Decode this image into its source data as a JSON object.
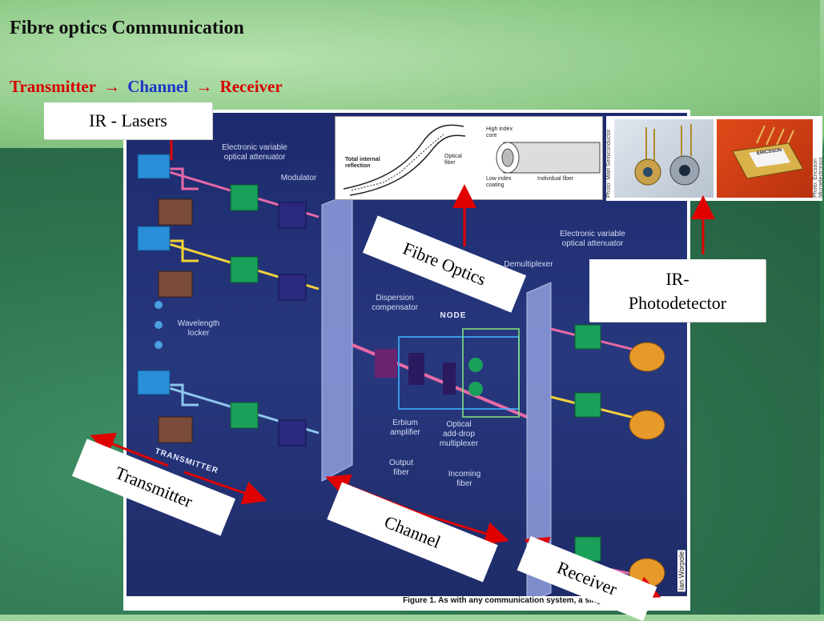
{
  "slide": {
    "title": "Fibre optics Communication",
    "flow": {
      "transmitter": "Transmitter",
      "arrow1": "→",
      "channel": "Channel",
      "arrow2": "→",
      "receiver": "Receiver"
    }
  },
  "callouts": {
    "ir_lasers": "IR - Lasers",
    "ir_photodetector_line1": "IR-",
    "ir_photodetector_line2": "Photodetector",
    "fibre_optics": "Fibre Optics",
    "transmitter": "Transmitter",
    "channel": "Channel",
    "receiver": "Receiver"
  },
  "figure": {
    "labels": {
      "attenuator_tx": "Electronic variable\noptical attenuator",
      "modulator": "Modulator",
      "wavelength_locker": "Wavelength\nlocker",
      "attenuator_rx": "Electronic variable\noptical attenuator",
      "demultiplexer": "Demultiplexer",
      "dispersion": "Dispersion\ncompensator",
      "node": "NODE",
      "erbium": "Erbium\namplifier",
      "add_drop": "Optical\nadd-drop\nmultiplexer",
      "output_fiber": "Output\nfiber",
      "incoming_fiber": "Incoming\nfiber",
      "transmitter_tag": "TRANSMITTER"
    },
    "caption": "Figure 1.  As with any communication system, a single",
    "credit": "Ian Worpole"
  },
  "inset_fiber": {
    "tir": "Total internal\nreflection",
    "optical_fiber": "Optical\nfiber",
    "high_index_core": "High index\ncore",
    "low_index_coating": "Low index\ncoating",
    "individual_fiber": "Individual fiber"
  },
  "inset_photos": {
    "credit_left": "Photo: Mitel Semiconductor",
    "credit_right": "Photo: Ericsson Microelectronics",
    "module_brand": "ERICSSON"
  },
  "colors": {
    "red": "#d60000",
    "blue": "#1a35c8",
    "figure_bg": "#24337a"
  }
}
